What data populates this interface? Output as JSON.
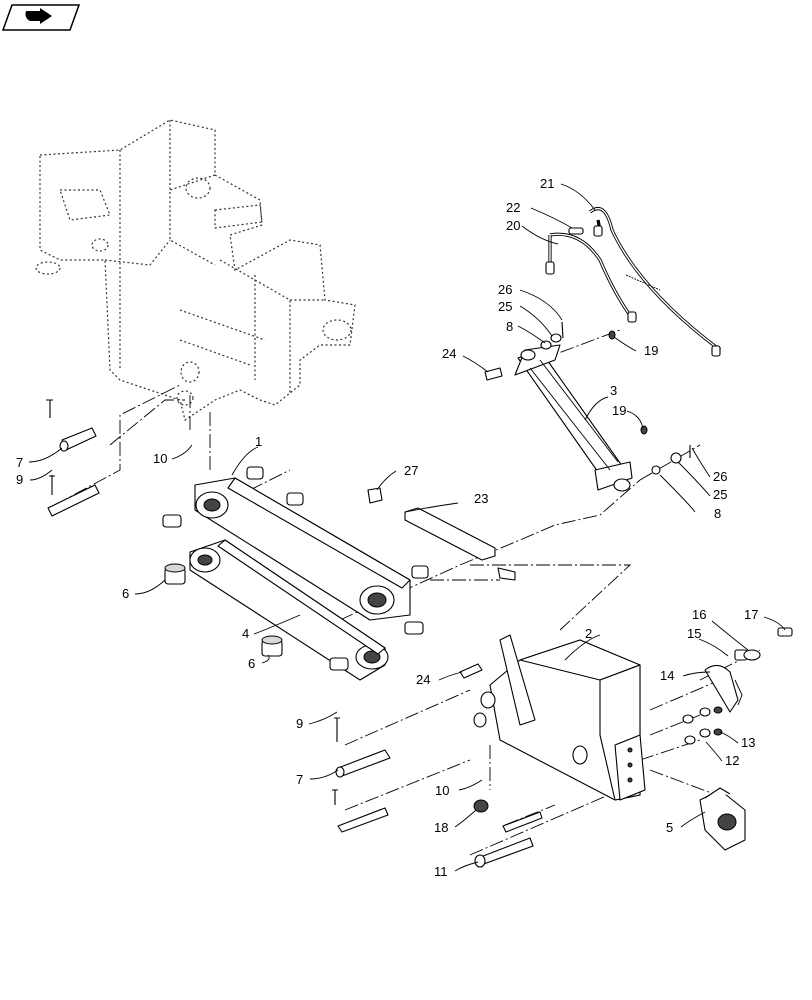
{
  "callouts": [
    "1",
    "2",
    "3",
    "4",
    "5",
    "6",
    "7",
    "8",
    "9",
    "10",
    "11",
    "12",
    "13",
    "14",
    "15",
    "16",
    "17",
    "18",
    "19",
    "20",
    "21",
    "22",
    "23",
    "24",
    "25",
    "26",
    "27"
  ],
  "icons": {
    "corner": "book-page-arrow-icon"
  }
}
